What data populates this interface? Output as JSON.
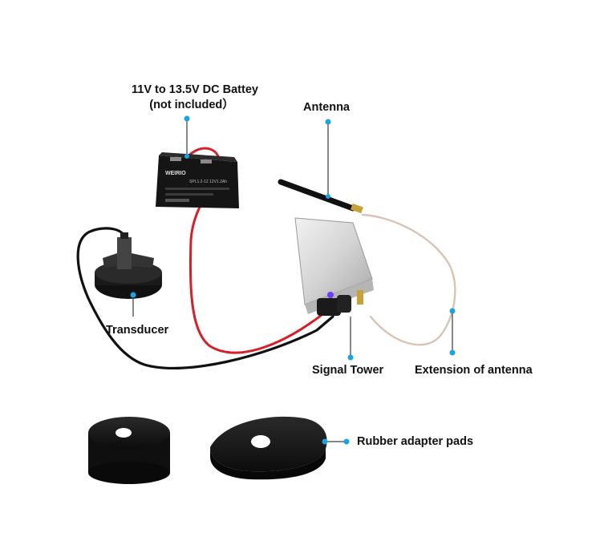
{
  "labels": {
    "battery_line1": "11V to 13.5V DC Battey",
    "battery_line2": "(not included）",
    "antenna": "Antenna",
    "transducer": "Transducer",
    "signal_tower": "Signal Tower",
    "antenna_extension": "Extension of antenna",
    "rubber_pads": "Rubber adapter pads"
  },
  "battery_print": {
    "brand": "WEIRIO",
    "model": "SPL1.2-12 12V1.2Ah"
  },
  "colors": {
    "callout_dot": "#1aa3e0",
    "red_wire": "#d61f26",
    "black_wire": "#111111",
    "antenna_cable": "#d9c3b3",
    "device_case": "#dcdcdc",
    "indicator_led": "#6a3cff"
  }
}
